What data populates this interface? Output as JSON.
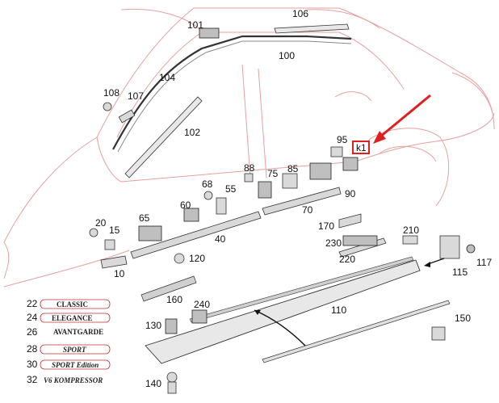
{
  "diagram": {
    "callouts": [
      "106",
      "101",
      "100",
      "104",
      "108",
      "107",
      "102",
      "95",
      "88",
      "75",
      "85",
      "68",
      "55",
      "60",
      "65",
      "20",
      "15",
      "40",
      "70",
      "90",
      "170",
      "230",
      "210",
      "220",
      "117",
      "115",
      "120",
      "10",
      "160",
      "240",
      "110",
      "130",
      "150",
      "140"
    ],
    "highlight_callout": "k1",
    "emblem_list": [
      {
        "num": "22",
        "text": "CLASSIC"
      },
      {
        "num": "24",
        "text": "ELEGANCE"
      },
      {
        "num": "26",
        "text": "AVANTGARDE"
      },
      {
        "num": "28",
        "text": "SPORT"
      },
      {
        "num": "30",
        "text": "SPORT Edition"
      },
      {
        "num": "32",
        "text": "V6 KOMPRESSOR"
      }
    ],
    "colors": {
      "car_outline": "#e7a0a0",
      "arrow": "#e02020",
      "part": "#d9d9d9"
    }
  }
}
